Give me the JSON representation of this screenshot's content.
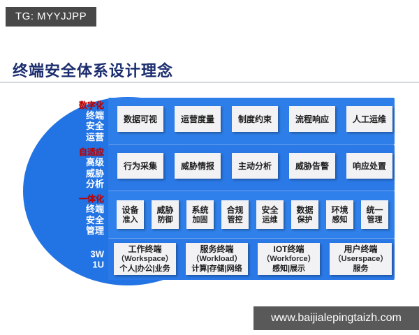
{
  "header": {
    "tg_label": "TG: MYYJJPP"
  },
  "title": "终端安全体系设计理念",
  "watermark": "www.baijialepingtaizh.com",
  "colors": {
    "band_blue": "#2b7ce8",
    "circle_blue": "#2273e3",
    "box_bg": "#f2f2f4",
    "box_text": "#1d1d1d",
    "red_tag": "#c20000",
    "title_navy": "#1b2d6e",
    "tg_badge_bg": "#484848",
    "watermark_bg": "#595959"
  },
  "groups": [
    {
      "tag": "数字化",
      "label_lines": [
        "终端",
        "安全",
        "运营"
      ],
      "boxes": [
        "数据可视",
        "运营度量",
        "制度约束",
        "流程响应",
        "人工运维"
      ]
    },
    {
      "tag": "自适应",
      "label_lines": [
        "高级",
        "威胁",
        "分析"
      ],
      "boxes": [
        "行为采集",
        "威胁情报",
        "主动分析",
        "威胁告警",
        "响应处置"
      ]
    },
    {
      "tag": "一体化",
      "label_lines": [
        "终端",
        "安全",
        "管理"
      ],
      "boxes": [
        [
          "设备",
          "准入"
        ],
        [
          "威胁",
          "防御"
        ],
        [
          "系统",
          "加固"
        ],
        [
          "合规",
          "管控"
        ],
        [
          "安全",
          "运维"
        ],
        [
          "数据",
          "保护"
        ],
        [
          "环境",
          "感知"
        ],
        [
          "统一",
          "管理"
        ]
      ]
    },
    {
      "tag": "",
      "label_lines": [
        "3W",
        "1U"
      ],
      "boxes": [
        [
          "工作终端",
          "（Workspace）",
          "个人|办公|业务"
        ],
        [
          "服务终端",
          "（Workload）",
          "计算|存储|网络"
        ],
        [
          "IOT终端",
          "（Workforce）",
          "感知|展示"
        ],
        [
          "用户终端",
          "（Userspace）",
          "服务"
        ]
      ]
    }
  ]
}
